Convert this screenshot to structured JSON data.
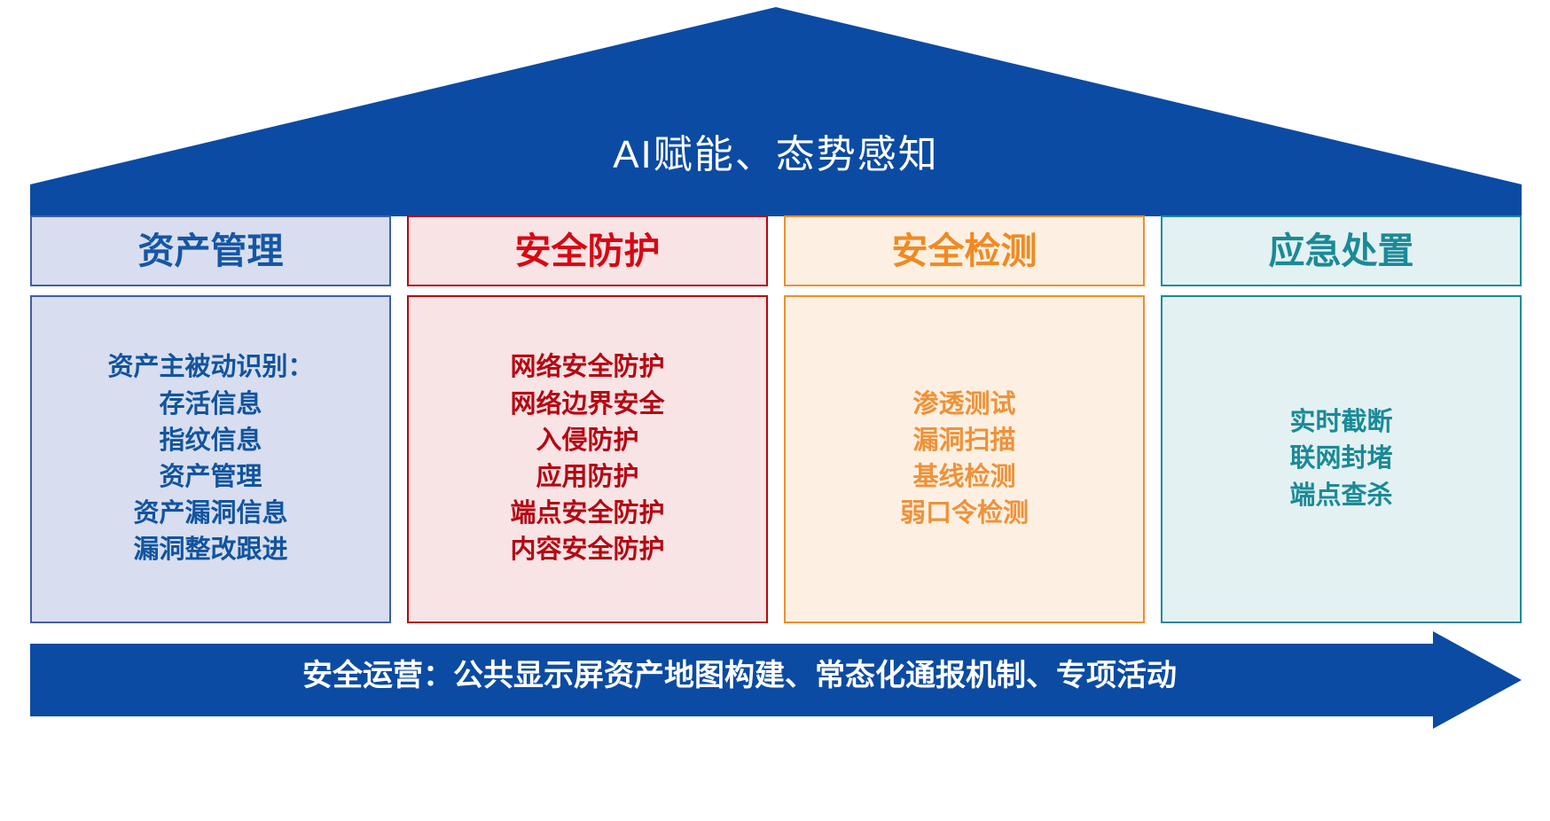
{
  "roof": {
    "label": "AI赋能、态势感知",
    "fill": "#0b4ba3",
    "text_color": "#ffffff"
  },
  "columns": [
    {
      "id": "asset-management",
      "title": "资产管理",
      "accent": "#1556a5",
      "border": "#3c5fa8",
      "fill": "#d8deef",
      "items": [
        "资产主被动识别：",
        "存活信息",
        "指纹信息",
        "资产管理",
        "资产漏洞信息",
        "漏洞整改跟进"
      ]
    },
    {
      "id": "security-protection",
      "title": "安全防护",
      "accent": "#d60812",
      "border": "#b50712",
      "fill": "#f8e3e5",
      "items": [
        "网络安全防护",
        "网络边界安全",
        "入侵防护",
        "应用防护",
        "端点安全防护",
        "内容安全防护"
      ]
    },
    {
      "id": "security-detection",
      "title": "安全检测",
      "accent": "#ef8a22",
      "border": "#ee8f2a",
      "fill": "#fdf0e2",
      "items": [
        "渗透测试",
        "漏洞扫描",
        "基线检测",
        "弱口令检测"
      ]
    },
    {
      "id": "emergency-response",
      "title": "应急处置",
      "accent": "#1a8a98",
      "border": "#1a8a98",
      "fill": "#e4f1f2",
      "items": [
        "实时截断",
        "联网封堵",
        "端点查杀"
      ]
    }
  ],
  "footer": {
    "label": "安全运营：公共显示屏资产地图构建、常态化通报机制、专项活动",
    "fill": "#0b4ba3",
    "text_color": "#ffffff"
  }
}
